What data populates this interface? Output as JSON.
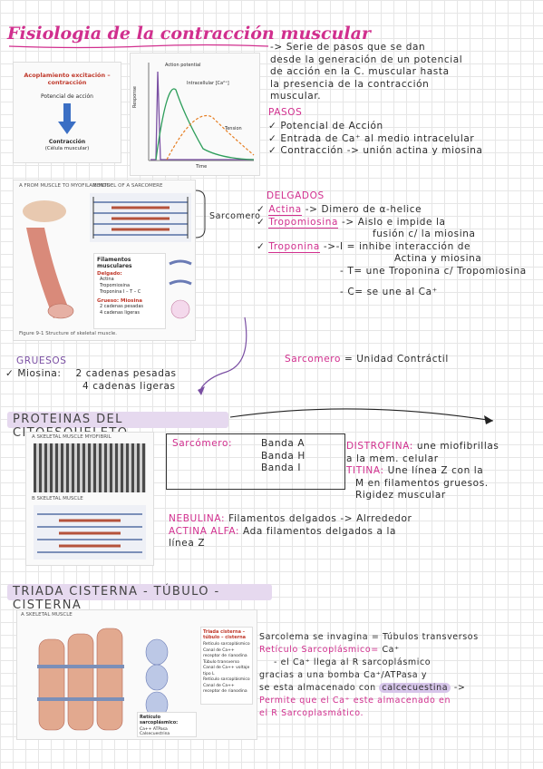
{
  "title": "Fisiologia de la contracción muscular",
  "intro": {
    "lines": [
      "-> Serie de pasos que se dan",
      "desde la generación de un potencial",
      "de acción en la C. muscular hasta",
      "la presencia de la contracción",
      "muscular."
    ]
  },
  "fig1": {
    "title": "Acoplamiento excitación – contracción",
    "top_label": "Potencial de acción",
    "bottom_label_1": "Contracción",
    "bottom_label_2": "(Célula muscular)"
  },
  "fig2": {
    "label_action_potential": "Action potential",
    "label_calcium": "Intracellular [Ca²⁺]",
    "label_tension": "Tension",
    "ylabel": "Response",
    "xlabel": "Time"
  },
  "pasos": {
    "heading": "PASOS",
    "items": [
      "Potencial de Acción",
      "Entrada de Ca⁺ al medio intracelular",
      "Contracción -> unión actina y miosina"
    ]
  },
  "fig3": {
    "label_a": "A  FROM MUSCLE TO MYOFILAMENTS",
    "label_b": "B  MODEL OF A SARCOMERE",
    "caption": "Figure 9-1  Structure of skeletal muscle.",
    "box_title": "Filamentos musculares",
    "delgado_title": "Delgado:",
    "delgado_items": [
      "Actina",
      "Tropomiosina",
      "Troponina I – T – C"
    ],
    "grueso_title": "Grueso: Miosina",
    "grueso_items": [
      "2 cadenas pesadas",
      "4 cadenas ligeras"
    ]
  },
  "sarcomero_label": "Sarcomero",
  "delgados": {
    "heading": "DELGADOS",
    "actina": "Actina",
    "actina_desc": "-> Dimero de α-helice",
    "tropomiosina": "Tropomiosina",
    "tropomiosina_desc": "-> Aislo e impide la",
    "tropomiosina_desc2": "fusión c/ la miosina",
    "troponina": "Troponina",
    "troponina_desc": "->-I = inhibe interacción de",
    "troponina_desc2": "Actina y miosina",
    "troponina_t": "- T= une Troponina c/ Tropomiosina",
    "troponina_c": "- C= se une al Ca⁺"
  },
  "sarcomero_def": {
    "term": "Sarcomero",
    "def": "= Unidad Contráctil"
  },
  "gruesos": {
    "heading": "GRUESOS",
    "item": "Miosina:",
    "line1": "2 cadenas pesadas",
    "line2": "4 cadenas ligeras"
  },
  "citoesqueleto": {
    "band_title": "PROTEINAS DEL CITOESQUELETO",
    "fig_label_a": "A  SKELETAL MUSCLE MYOFIBRIL",
    "fig_label_b": "B  SKELETAL MUSCLE",
    "sarcomero_term": "Sarcómero:",
    "bandas": [
      "Banda A",
      "Banda H",
      "Banda I"
    ],
    "distrofina_term": "DISTROFINA:",
    "distrofina_lines": [
      "une miofibrillas",
      "a la mem. celular"
    ],
    "titina_term": "TITINA:",
    "titina_lines": [
      "Une línea Z con la",
      "M en filamentos gruesos.",
      "Rigidez muscular"
    ],
    "nebulina_term": "NEBULINA:",
    "nebulina_def": "Filamentos delgados -> Alrrededor",
    "actina_alfa_term": "ACTINA ALFA:",
    "actina_alfa_lines": [
      "Ada filamentos delgados a la",
      "línea Z"
    ]
  },
  "triada": {
    "band_title": "TRIADA CISTERNA - TÚBULO - CISTERNA",
    "fig_label": "A  SKELETAL MUSCLE",
    "box_title": "Triada cisterna – túbulo – cisterna",
    "box_items": [
      "Retículo sarcoplásmico",
      "Canal de Ca++",
      "receptor de rianodina",
      "Túbulo transverso",
      "Canal de Ca++ voltaje tipo L",
      "Retículo sarcoplásmico",
      "Canal de Ca++",
      "receptor de rianodina"
    ],
    "box2_title": "Retículo sarcoplásmico:",
    "box2_items": [
      "Ca++ ATPasa",
      "Calsecuestrina"
    ],
    "line1": "Sarcolema se invagina = Túbulos transversos",
    "reticulo_term": "Retículo Sarcoplásmico=",
    "reticulo_ion": "Ca⁺",
    "bullet1": "- el Ca⁺ llega al R sarcoplásmico",
    "bullet2": "gracias a una bomba Ca⁺/ATPasa y",
    "bullet3_a": "se esta almacenado con",
    "bullet3_hl": "calcecuestina",
    "bullet3_b": "->",
    "final1": "Permite que el Ca⁺ este almacenado en",
    "final2": "el R Sarcoplasmático."
  }
}
